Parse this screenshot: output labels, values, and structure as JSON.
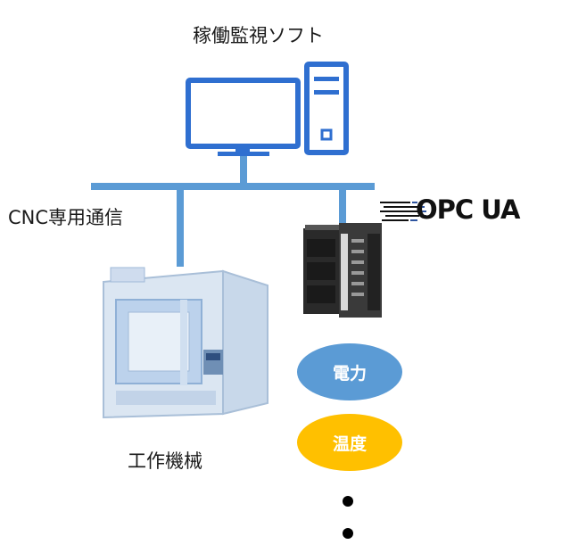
{
  "labels": {
    "software": "稼働監視ソフト",
    "cnc_comm": "CNC専用通信",
    "machine": "工作機械",
    "opc_text": "OPC UA"
  },
  "nodes": [
    {
      "label": "電力",
      "color": "#5b9bd5"
    },
    {
      "label": "温度",
      "color": "#ffc000"
    }
  ],
  "colors": {
    "network": "#5b9bd5",
    "monitor": "#2f6fd0"
  }
}
